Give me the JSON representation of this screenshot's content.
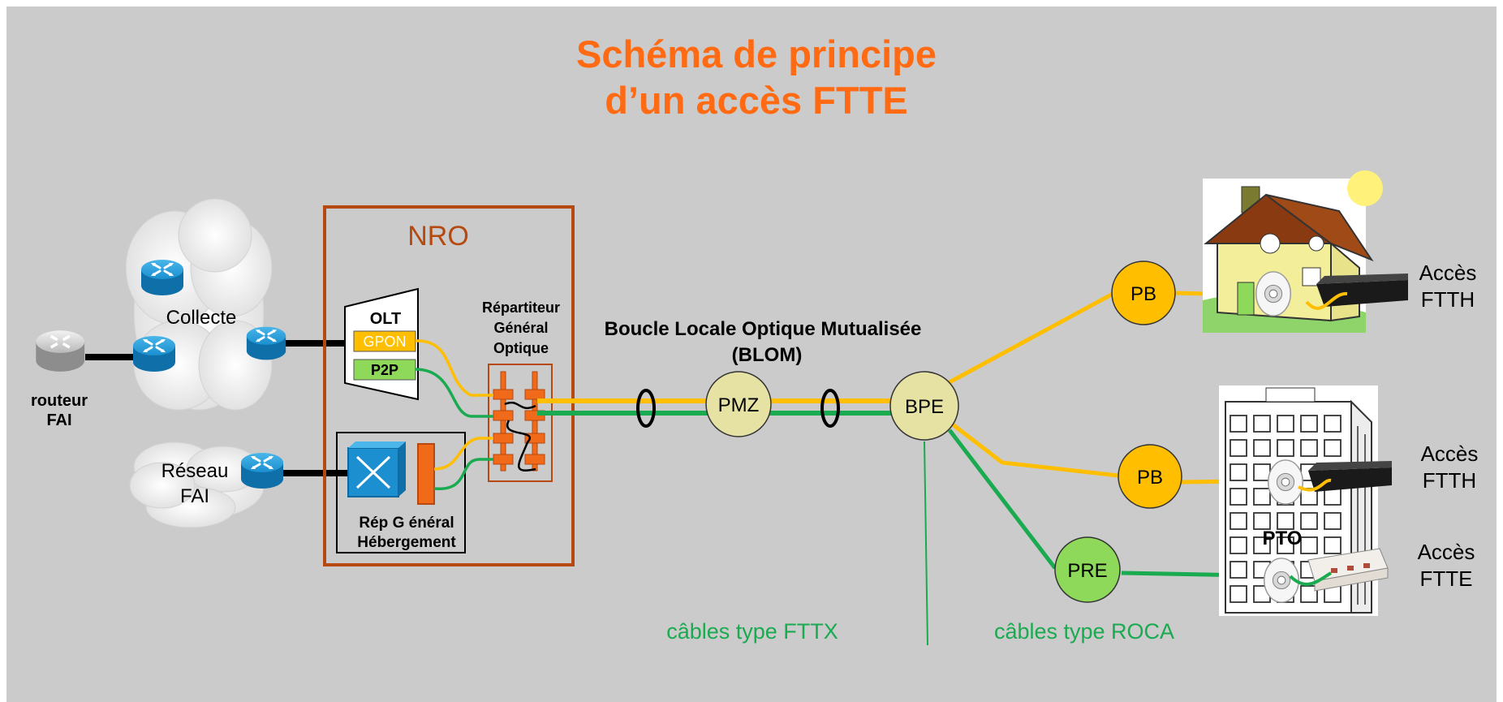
{
  "title": {
    "line1": "Schéma de principe",
    "line2": "d’un accès FTTE"
  },
  "left": {
    "router_label_1": "routeur",
    "router_label_2": "FAI",
    "collecte": "Collecte",
    "reseau_1": "Réseau",
    "reseau_2": "FAI"
  },
  "nro": {
    "title": "NRO",
    "olt": "OLT",
    "gpon": "GPON",
    "p2p": "P2P",
    "rgo_1": "Répartiteur",
    "rgo_2": "Général",
    "rgo_3": "Optique",
    "heb_1": "Rép G énéral",
    "heb_2": "Hébergement"
  },
  "blom": {
    "line1": "Boucle  Locale  Optique  Mutualisée",
    "line2": "(BLOM)"
  },
  "nodes": {
    "pmz": "PMZ",
    "bpe": "BPE",
    "pb1": "PB",
    "pb2": "PB",
    "pre": "PRE"
  },
  "access": {
    "ftth1_a": "Accès",
    "ftth1_b": "FTTH",
    "ftth2_a": "Accès",
    "ftth2_b": "FTTH",
    "ftte_a": "Accès",
    "ftte_b": "FTTE",
    "pto": "PTO"
  },
  "cables": {
    "fttx": "câbles type FTTX",
    "roca": "câbles type ROCA"
  },
  "colors": {
    "background": "#cbcbcb",
    "title": "#ff6a13",
    "nro_border": "#b5490f",
    "gpon_fiber": "#ffbe00",
    "p2p_fiber": "#1aaa4f",
    "pmz_fill": "#e6e2a4",
    "pb_fill": "#ffbe00",
    "pre_fill": "#8ed85a",
    "router_blue": "#1b8fcf",
    "cable_text": "#1aaa4f"
  }
}
